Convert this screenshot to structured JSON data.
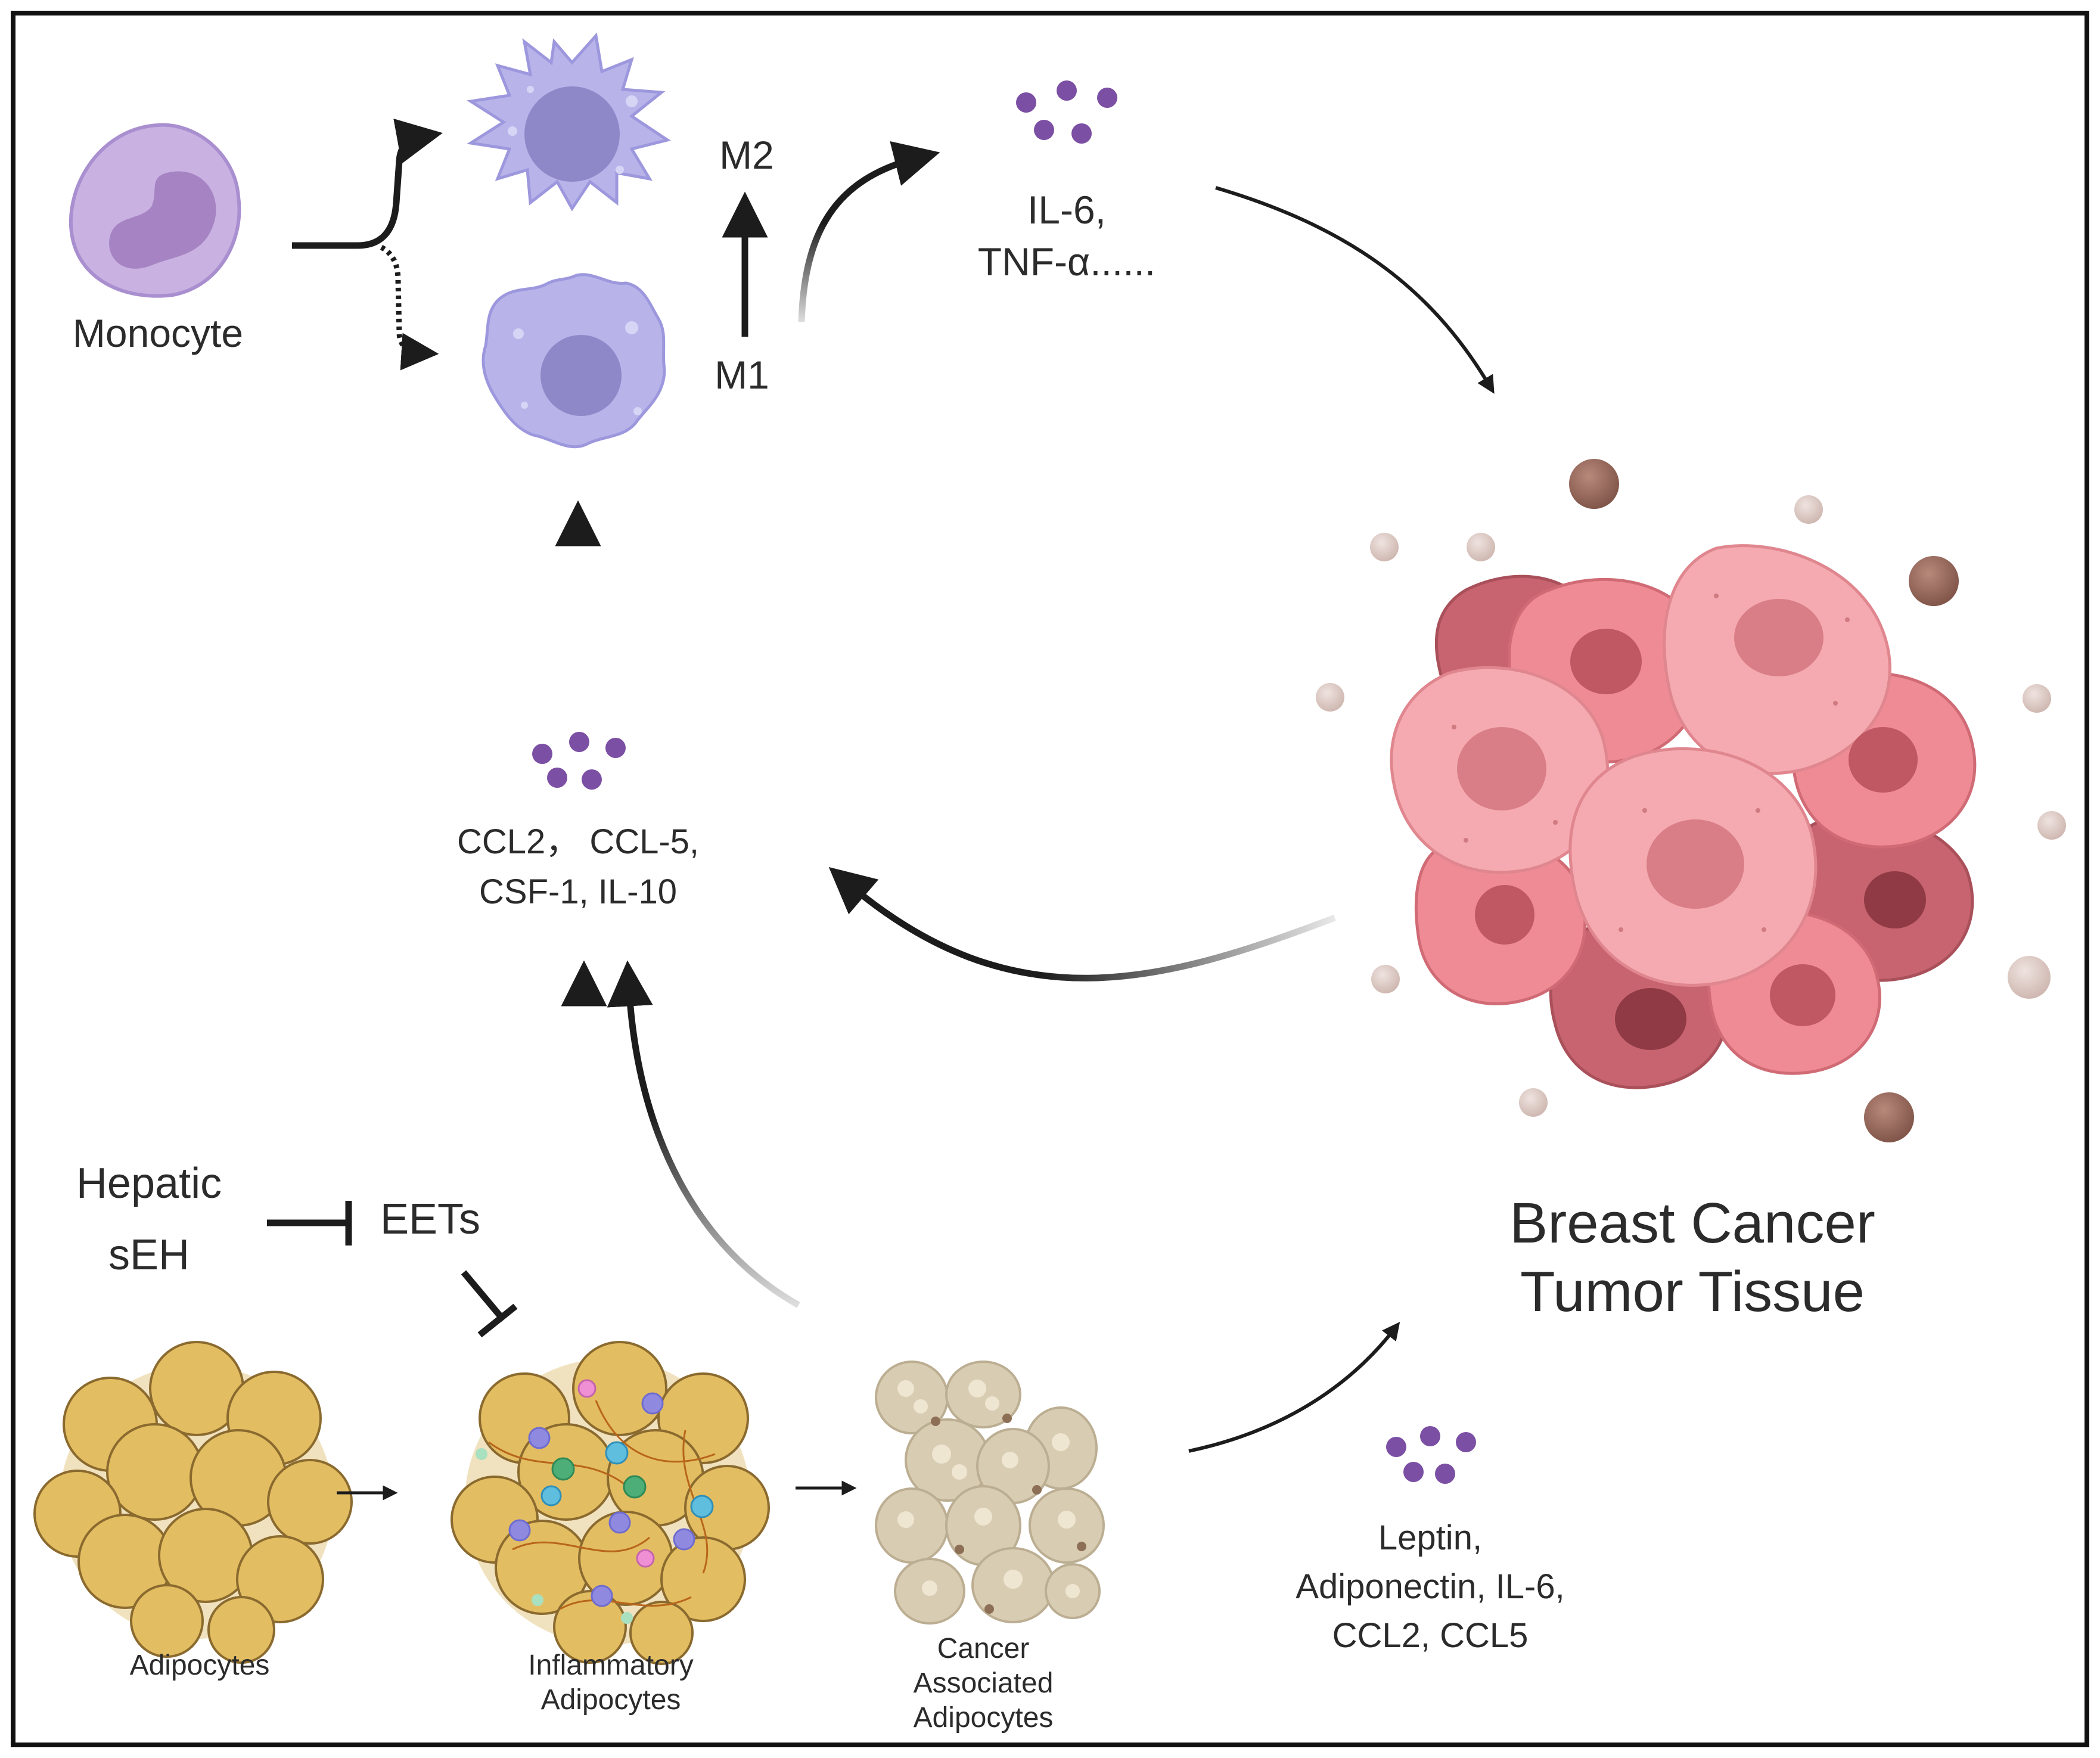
{
  "labels": {
    "monocyte": "Monocyte",
    "m2": "M2",
    "m1": "M1",
    "cytokines_top_line1": "IL-6,",
    "cytokines_top_line2": "TNF-α......",
    "chemokines_line1": "CCL2， CCL-5,",
    "chemokines_line2": "CSF-1, IL-10",
    "hepatic_line1": "Hepatic",
    "hepatic_line2": "sEH",
    "eets": "EETs",
    "adipocytes": "Adipocytes",
    "inflammatory_line1": "Inflammatory",
    "inflammatory_line2": "Adipocytes",
    "caa_line1": "Cancer",
    "caa_line2": "Associated",
    "caa_line3": "Adipocytes",
    "adipokines_line1": "Leptin,",
    "adipokines_line2": "Adiponectin, IL-6,",
    "adipokines_line3": "CCL2, CCL5",
    "tumor_line1": "Breast Cancer",
    "tumor_line2": "Tumor Tissue"
  },
  "colors": {
    "monocyte": "#c9b2e2",
    "macrophage": "#b8b4ea",
    "nucleus": "#8f88c8",
    "cytokine_dot": "#7b4fa3",
    "adipocyte": "#e3bd62",
    "caa": "#d8ccb3",
    "tumor_light": "#f4aab0",
    "tumor_dark": "#c8646f",
    "arrow": "#1c1c1c"
  }
}
